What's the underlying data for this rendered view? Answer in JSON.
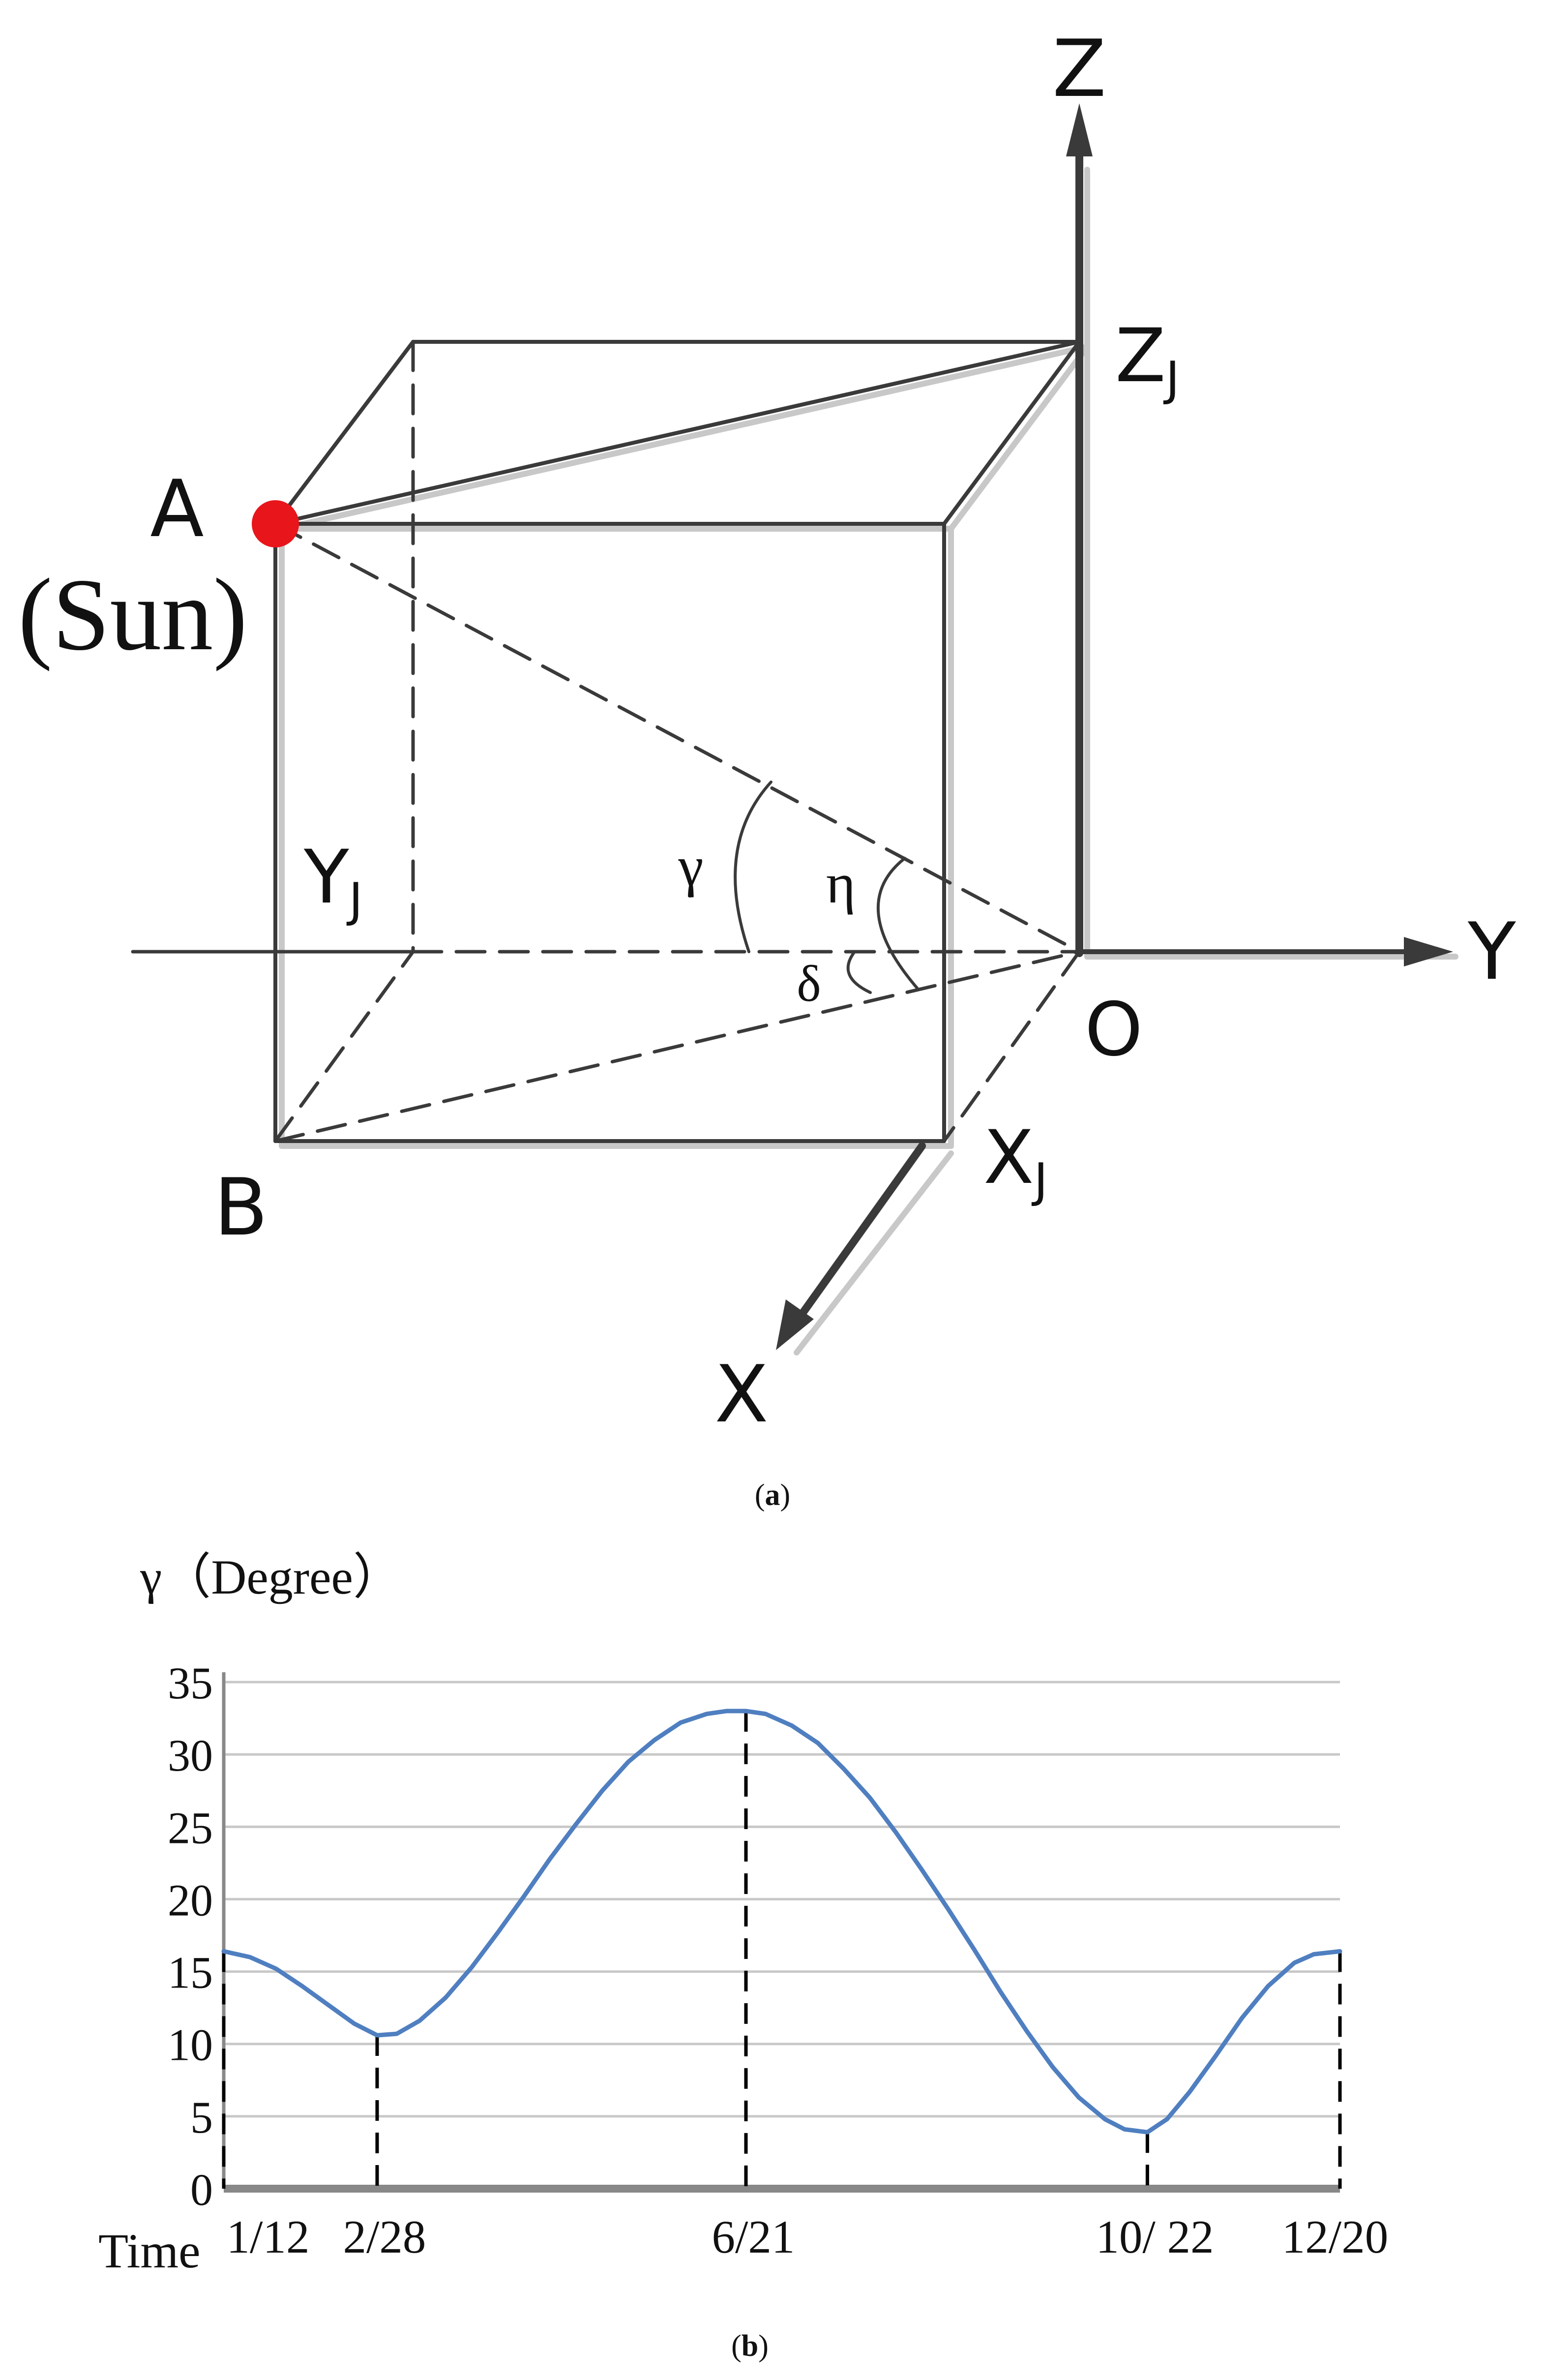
{
  "panel_a": {
    "caption_open": "(",
    "caption_letter": "a",
    "caption_close": ")",
    "labels": {
      "z_axis": "Z",
      "z_j": "Z",
      "z_j_sub": "J",
      "y_axis": "Y",
      "y_j": "Y",
      "y_j_sub": "J",
      "x_axis": "X",
      "x_j": "X",
      "x_j_sub": "J",
      "origin": "O",
      "point_a": "A",
      "sun": "(Sun)",
      "point_b": "B",
      "gamma": "γ",
      "eta": "η",
      "delta": "δ"
    },
    "colors": {
      "line": "#3a3a3a",
      "shadow": "#c8c8c8",
      "sun": "#e8151b"
    }
  },
  "panel_b": {
    "caption_open": "(",
    "caption_letter": "b",
    "caption_close": ")",
    "chart_data": {
      "type": "line",
      "ylabel": "γ（Degree）",
      "xlabel": "Time",
      "ylim": [
        0,
        35
      ],
      "yticks": [
        0,
        5,
        10,
        15,
        20,
        25,
        30,
        35
      ],
      "grid": true,
      "xtick_labels": [
        "1/12",
        "2/28",
        "6/21",
        "10/ 22",
        "12/20"
      ],
      "markers": [
        {
          "label": "1/12",
          "day": 12,
          "value": 16.4
        },
        {
          "label": "2/28",
          "day": 59,
          "value": 10.6
        },
        {
          "label": "6/21",
          "day": 172,
          "value": 33.0
        },
        {
          "label": "10/ 22",
          "day": 295,
          "value": 3.9
        },
        {
          "label": "12/20",
          "day": 354,
          "value": 16.4
        }
      ],
      "series": [
        {
          "x": [
            12,
            20,
            28,
            36,
            44,
            52,
            59,
            65,
            72,
            80,
            88,
            96,
            104,
            112,
            120,
            128,
            136,
            144,
            152,
            160,
            166,
            172,
            178,
            186,
            194,
            202,
            210,
            218,
            226,
            234,
            242,
            250,
            258,
            266,
            274,
            282,
            288,
            295,
            301,
            308,
            316,
            324,
            332,
            340,
            346,
            354
          ],
          "y": [
            16.4,
            16.0,
            15.2,
            14.0,
            12.7,
            11.4,
            10.6,
            10.7,
            11.6,
            13.2,
            15.3,
            17.7,
            20.2,
            22.8,
            25.2,
            27.5,
            29.5,
            31.0,
            32.2,
            32.8,
            33.0,
            33.0,
            32.8,
            32.0,
            30.8,
            29.0,
            27.0,
            24.6,
            22.0,
            19.3,
            16.5,
            13.6,
            10.9,
            8.4,
            6.3,
            4.8,
            4.1,
            3.9,
            4.8,
            6.7,
            9.2,
            11.8,
            14.0,
            15.6,
            16.2,
            16.4
          ]
        }
      ],
      "colors": {
        "line": "#4f7fc0",
        "grid": "#c8c8c8",
        "axis": "#888888",
        "marker": "#000000"
      }
    }
  }
}
